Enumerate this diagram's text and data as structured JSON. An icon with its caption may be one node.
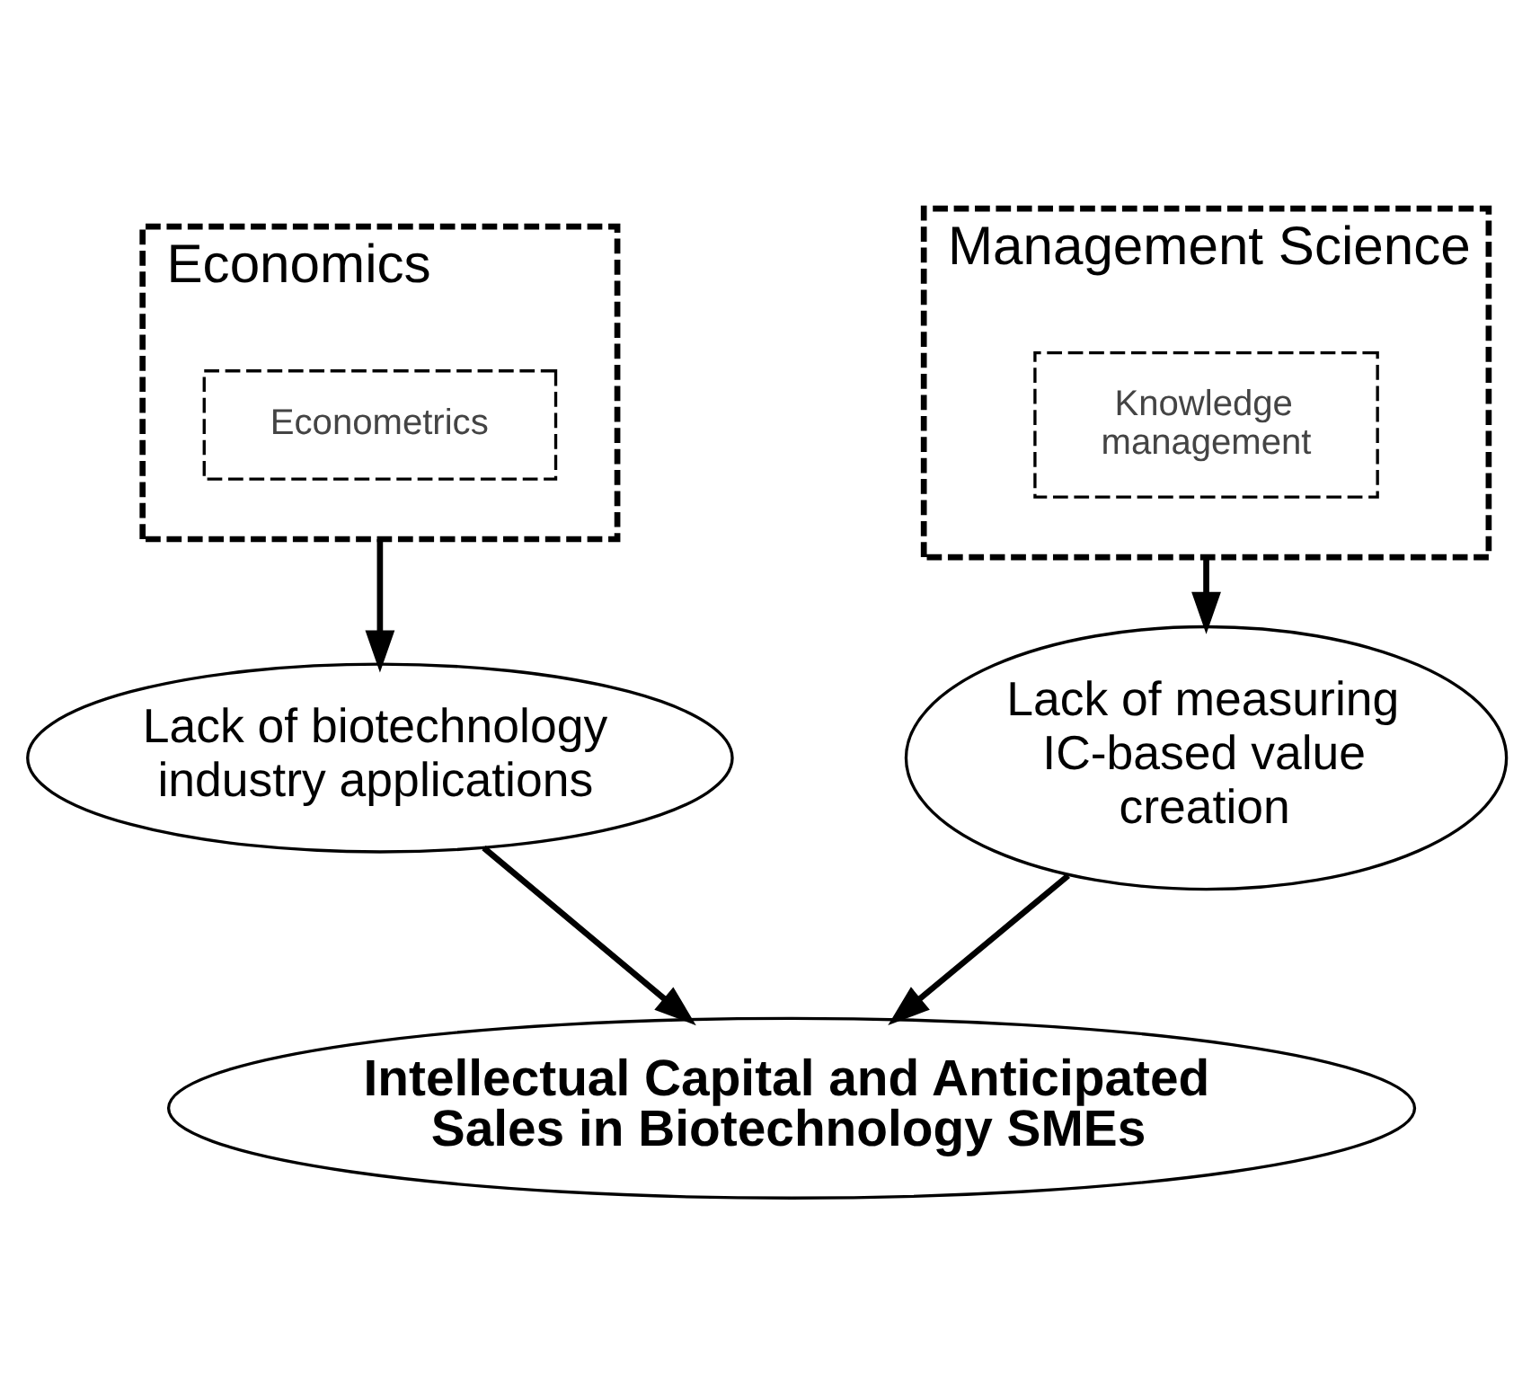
{
  "diagram": {
    "nodes": [
      {
        "text": [
          "Economics"
        ]
      },
      {
        "text": [
          "Econometrics"
        ],
        "in": 0
      },
      {
        "text": [
          "Management Science"
        ]
      },
      {
        "text": [
          "Knowledge management"
        ],
        "in": 2
      },
      {
        "text": [
          "Lack of biotechnology industry applications"
        ]
      },
      {
        "text": [
          "Lack of measuring IC-based value creation"
        ]
      },
      {
        "text": [
          "Intellectual Capital and Anticipated Sales in Biotechnology SMEs"
        ]
      }
    ],
    "edges": [
      {
        "from": 0,
        "to": 4,
        "arrow": "to"
      },
      {
        "from": 2,
        "to": 5,
        "arrow": "to"
      },
      {
        "from": 4,
        "to": 6,
        "arrow": "to"
      },
      {
        "from": 5,
        "to": 6,
        "arrow": "to"
      }
    ]
  }
}
